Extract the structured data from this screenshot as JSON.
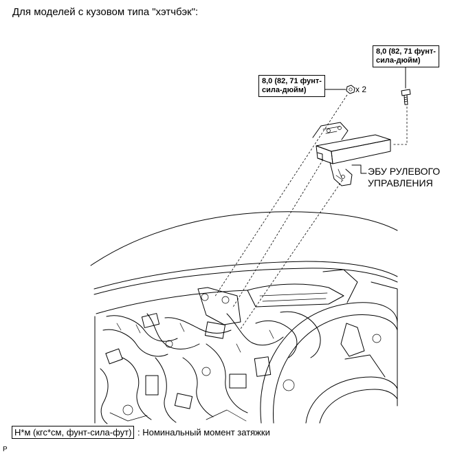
{
  "header": {
    "title": "Для моделей с кузовом типа \"хэтчбэк\":"
  },
  "callouts": {
    "torque_nut": {
      "line1": "8,0 (82, 71 фунт-",
      "line2": "сила-дюйм)",
      "quantity": "x 2"
    },
    "torque_bolt": {
      "line1": "8,0 (82, 71 фунт-",
      "line2": "сила-дюйм)"
    },
    "ecu": {
      "line1": "ЭБУ РУЛЕВОГО",
      "line2": "УПРАВЛЕНИЯ"
    }
  },
  "legend": {
    "unit_box": "Н*м (кгс*см, фунт-сила-фут)",
    "description": ": Номинальный момент затяжки"
  },
  "footer": {
    "corner_mark": "P"
  }
}
